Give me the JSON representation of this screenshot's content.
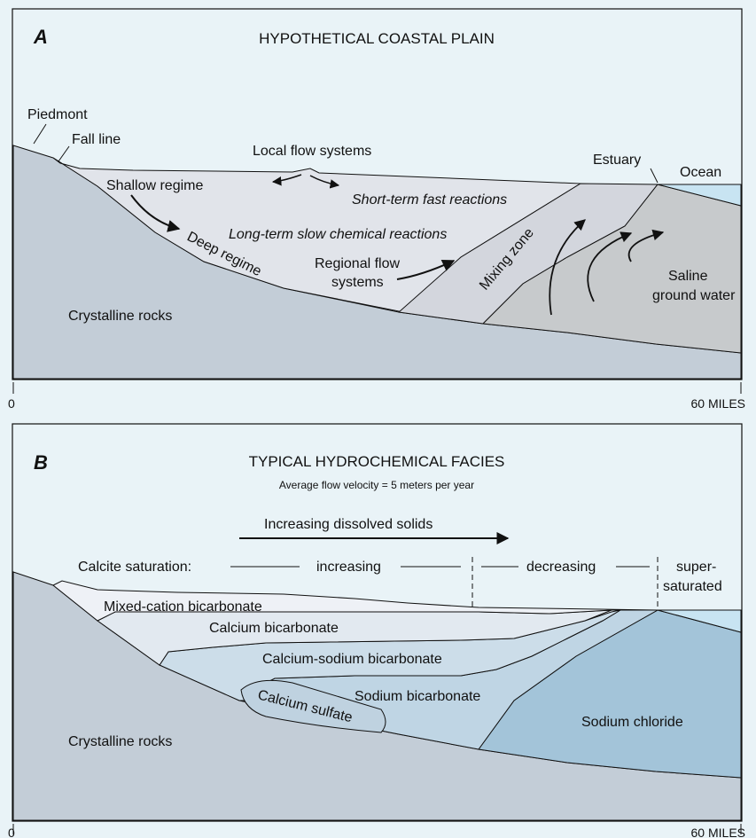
{
  "panel_a": {
    "letter": "A",
    "title": "HYPOTHETICAL COASTAL PLAIN",
    "labels": {
      "piedmont": "Piedmont",
      "fall_line": "Fall line",
      "local_flow": "Local flow systems",
      "estuary": "Estuary",
      "ocean": "Ocean",
      "shallow_regime": "Shallow regime",
      "short_term": "Short-term fast reactions",
      "long_term": "Long-term slow chemical reactions",
      "deep_regime": "Deep regime",
      "mixing_zone": "Mixing zone",
      "regional_flow_1": "Regional flow",
      "regional_flow_2": "systems",
      "saline_1": "Saline",
      "saline_2": "ground water",
      "crystalline": "Crystalline rocks"
    },
    "scale_start": "0",
    "scale_end": "60 MILES"
  },
  "panel_b": {
    "letter": "B",
    "title": "TYPICAL HYDROCHEMICAL FACIES",
    "subtitle": "Average flow velocity = 5 meters per year",
    "labels": {
      "dissolved": "Increasing dissolved solids",
      "calcite": "Calcite saturation:",
      "increasing": "increasing",
      "decreasing": "decreasing",
      "super_1": "super-",
      "super_2": "saturated",
      "mixed_cation": "Mixed-cation bicarbonate",
      "calcium_bicarb": "Calcium bicarbonate",
      "calcium_sodium": "Calcium-sodium bicarbonate",
      "sodium_bicarb": "Sodium bicarbonate",
      "calcium_sulfate": "Calcium sulfate",
      "sodium_chloride": "Sodium chloride",
      "crystalline": "Crystalline rocks"
    },
    "scale_start": "0",
    "scale_end": "60 MILES"
  },
  "colors": {
    "background": "#e9f3f7",
    "rock": "#c3cdd7",
    "aquifer": "#e1e4ea",
    "mixing": "#d3d6dd",
    "saline": "#c7cacc",
    "ocean": "#c8e4f2",
    "mixed_cation": "#eef1f6",
    "calcium_bicarb": "#e2e9f0",
    "calcium_sodium": "#ccdde9",
    "sodium_bicarb": "#bfd5e4",
    "sodium_chloride": "#a3c4d9"
  }
}
